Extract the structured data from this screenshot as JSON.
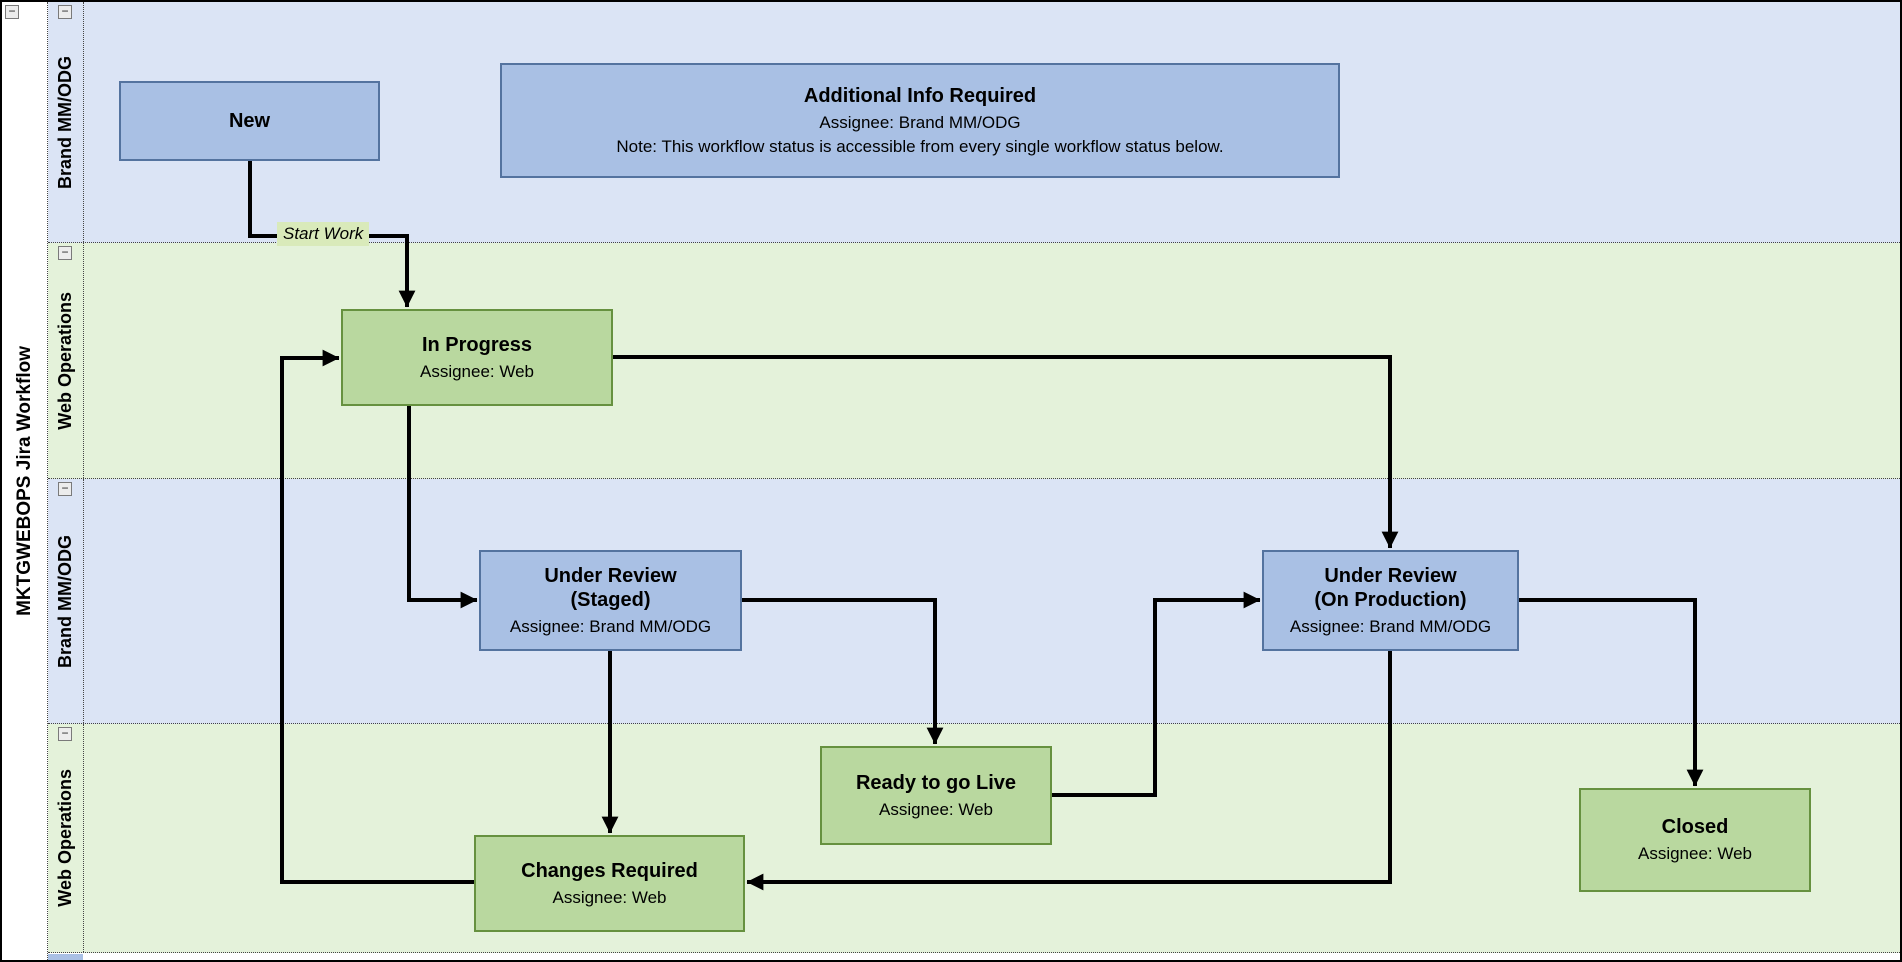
{
  "pool": {
    "title": "MKTGWEBOPS Jira Workflow"
  },
  "icons": {
    "collapse_glyph": "−"
  },
  "lanes": [
    {
      "label": "Brand MM/ODG"
    },
    {
      "label": "Web Operations"
    },
    {
      "label": "Brand MM/ODG"
    },
    {
      "label": "Web Operations"
    }
  ],
  "nodes": {
    "new": {
      "title": "New"
    },
    "additional_info": {
      "title": "Additional Info Required",
      "assignee": "Assignee: Brand MM/ODG",
      "note": "Note: This workflow status is accessible from every single workflow status below."
    },
    "in_progress": {
      "title": "In Progress",
      "assignee": "Assignee: Web"
    },
    "under_review_staged": {
      "title": "Under Review",
      "subtitle": "(Staged)",
      "assignee": "Assignee: Brand MM/ODG"
    },
    "under_review_production": {
      "title": "Under Review",
      "subtitle": "(On Production)",
      "assignee": "Assignee: Brand MM/ODG"
    },
    "ready_to_go_live": {
      "title": "Ready to go Live",
      "assignee": "Assignee: Web"
    },
    "changes_required": {
      "title": "Changes Required",
      "assignee": "Assignee: Web"
    },
    "closed": {
      "title": "Closed",
      "assignee": "Assignee: Web"
    }
  },
  "transitions": {
    "start_work": "Start Work"
  },
  "colors": {
    "lane_blue": "#dbe4f5",
    "lane_green": "#e4f2da",
    "node_blue_fill": "#a9c0e4",
    "node_blue_border": "#54739f",
    "node_green_fill": "#b9d89f",
    "node_green_border": "#66913f",
    "start_work_bg": "#d9eaba",
    "arrow": "#000000"
  }
}
